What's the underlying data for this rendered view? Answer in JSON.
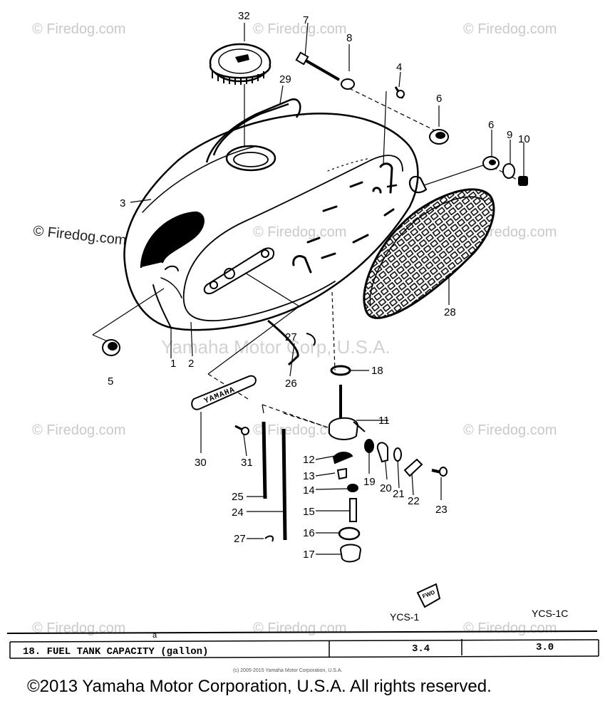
{
  "watermark": {
    "site": "© Firedog.com",
    "company": "Yamaha Motor Corp, U.S.A."
  },
  "callouts": [
    "1",
    "2",
    "3",
    "4",
    "5",
    "6",
    "6",
    "7",
    "8",
    "9",
    "10",
    "11",
    "12",
    "13",
    "14",
    "15",
    "16",
    "17",
    "18",
    "19",
    "20",
    "21",
    "22",
    "23",
    "24",
    "25",
    "26",
    "27",
    "27",
    "28",
    "29",
    "30",
    "31",
    "32"
  ],
  "emblem_text": "YAMAHA",
  "fwd_text": "FWD",
  "capacity_table": {
    "columns": [
      "YCS-1",
      "YCS-1C"
    ],
    "row_label": "18. FUEL TANK CAPACITY (gallon)",
    "values": [
      "3.4",
      "3.0"
    ],
    "mark": "a"
  },
  "small_copyright": "(c) 2005-2015 Yamaha Motor Corporation, U.S.A.",
  "copyright": "©2013 Yamaha Motor Corporation, U.S.A. All rights reserved."
}
